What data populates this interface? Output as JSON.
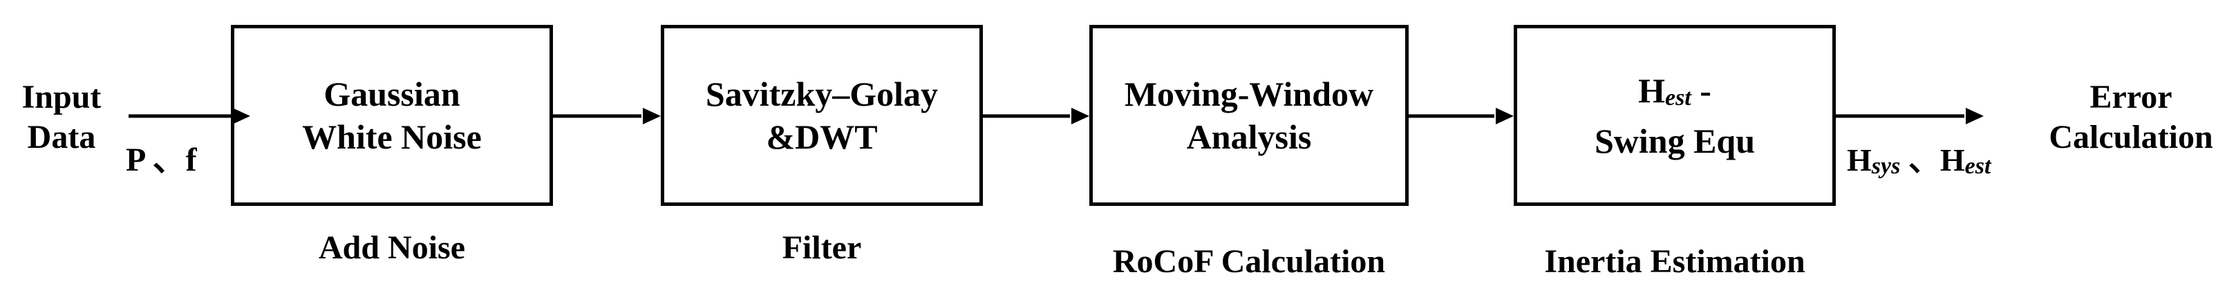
{
  "input": {
    "line1": "Input",
    "line2": "Data",
    "signals": "P 、f"
  },
  "blocks": [
    {
      "line1": "Gaussian",
      "line2": "White Noise",
      "caption": "Add Noise"
    },
    {
      "line1": "Savitzky–Golay",
      "line2": "&DWT",
      "caption": "Filter"
    },
    {
      "line1": "Moving-Window",
      "line2": "Analysis",
      "caption": "RoCoF Calculation"
    },
    {
      "line1_main": "H",
      "line1_sub": "est",
      "line1_tail": " -",
      "line2": "Swing Equ",
      "caption": "Inertia Estimation"
    }
  ],
  "output_signals": {
    "h1": "H",
    "h1_sub": "sys",
    "sep": " 、",
    "h2": "H",
    "h2_sub": "est"
  },
  "output": {
    "line1": "Error",
    "line2": "Calculation"
  }
}
